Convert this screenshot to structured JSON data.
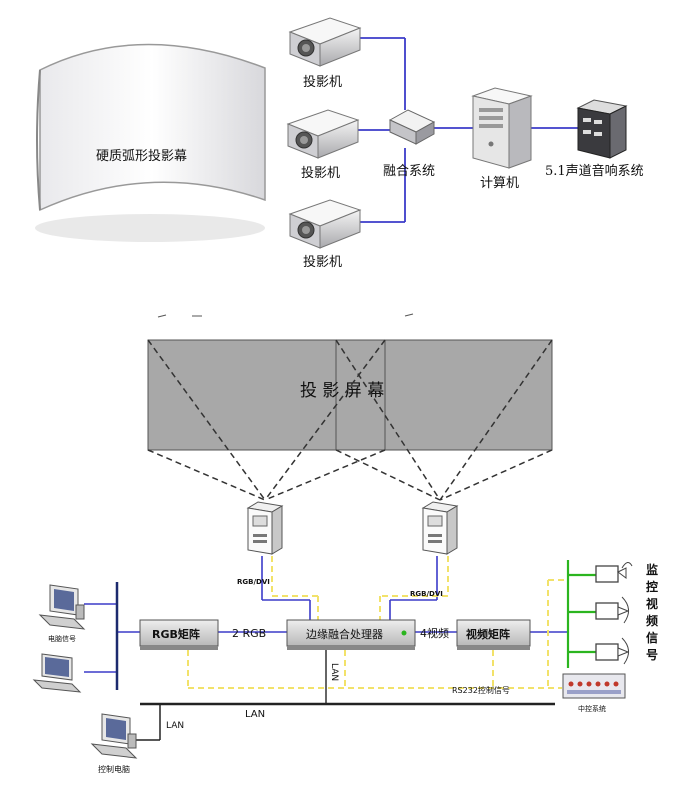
{
  "top": {
    "screen_label": "硬质弧形投影幕",
    "projector_label": "投影机",
    "blend_label": "融合系统",
    "computer_label": "计算机",
    "audio_label": "5.1声道音响系统"
  },
  "bottom": {
    "screen_label": "投 影 屏 幕",
    "rgb_cable_left": "RGB/DVI",
    "rgb_cable_right": "RGB/DVI",
    "pc_signal_label": "电脑信号",
    "rgb_matrix": "RGB矩阵",
    "rgb_count": "2 RGB",
    "edge_processor": "边缘融合处理器",
    "video_count": "4视频",
    "video_matrix": "视频矩阵",
    "monitor_signal": [
      "监",
      "控",
      "视",
      "频",
      "信",
      "号"
    ],
    "lan_vertical": "LAN",
    "lan_bus": "LAN",
    "lan_small": "LAN",
    "rs232": "RS232控制信号",
    "central_control": "中控系统",
    "control_pc": "控制电脑"
  },
  "colors": {
    "blue_line": "#3b3bc9",
    "yellow_dash": "#f2e26a",
    "green_bus": "#2bb51f",
    "navy_bus": "#1c2a6e"
  }
}
